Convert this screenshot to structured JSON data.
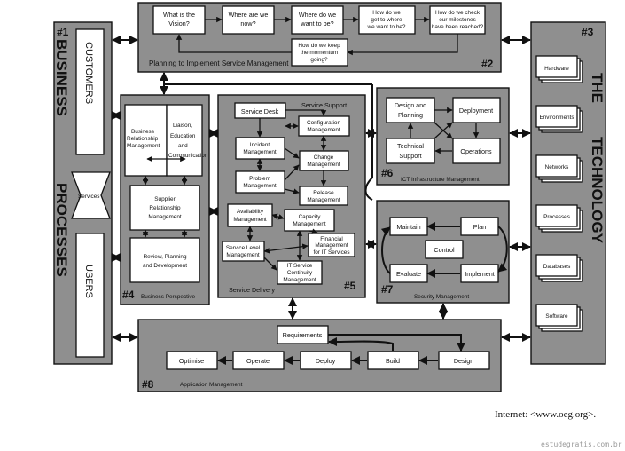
{
  "business": {
    "number": "#1",
    "title_line1": "BUSINESS",
    "title_line2": "PROCESSES",
    "customers": "CUSTOMERS",
    "services": "Services",
    "users": "USERS"
  },
  "planning": {
    "number": "#2",
    "label": "Planning to Implement Service Management",
    "q1": [
      "What is the",
      "Vision?"
    ],
    "q2": [
      "Where are we",
      "now?"
    ],
    "q3": [
      "Where do we",
      "want to be?"
    ],
    "q4": [
      "How do we",
      "get to where",
      "we want to be?"
    ],
    "q5": [
      "How do we check",
      "our milestones",
      "have been reached?"
    ],
    "q6": [
      "How do we keep",
      "the momentum",
      "going?"
    ]
  },
  "technology": {
    "number": "#3",
    "title_line1": "THE",
    "title_line2": "TECHNOLOGY",
    "items": [
      "Hardware",
      "Environments",
      "Networks",
      "Processes",
      "Databases",
      "Software"
    ]
  },
  "business_perspective": {
    "number": "#4",
    "label": "Business Perspective",
    "brm": [
      "Business",
      "Relationship",
      "Management"
    ],
    "liaison": [
      "Liaison,",
      "Education",
      "and",
      "Communication"
    ],
    "supplier": [
      "Supplier",
      "Relationship",
      "Management"
    ],
    "review": [
      "Review, Planning",
      "and Development"
    ]
  },
  "service_mgmt": {
    "number": "#5",
    "support_label": "Service Support",
    "delivery_label": "Service Delivery",
    "service_desk": "Service Desk",
    "config": [
      "Configuration",
      "Management"
    ],
    "incident": [
      "Incident",
      "Management"
    ],
    "change": [
      "Change",
      "Management"
    ],
    "problem": [
      "Problem",
      "Management"
    ],
    "release": [
      "Release",
      "Management"
    ],
    "availability": [
      "Availability",
      "Management"
    ],
    "capacity": [
      "Capacity",
      "Management"
    ],
    "financial": [
      "Financial",
      "Management",
      "for IT Services"
    ],
    "slm": [
      "Service Level",
      "Management"
    ],
    "continuity": [
      "IT Service",
      "Continuity",
      "Management"
    ]
  },
  "ict": {
    "number": "#6",
    "label": "ICT Infrastructure Management",
    "design": [
      "Design and",
      "Planning"
    ],
    "deployment": "Deployment",
    "tech_support": [
      "Technical",
      "Support"
    ],
    "operations": "Operations"
  },
  "security": {
    "number": "#7",
    "label": "Security Management",
    "maintain": "Maintain",
    "plan": "Plan",
    "control": "Control",
    "evaluate": "Evaluate",
    "implement": "Implement"
  },
  "application": {
    "number": "#8",
    "label": "Application Management",
    "requirements": "Requirements",
    "optimise": "Optimise",
    "operate": "Operate",
    "deploy": "Deploy",
    "build": "Build",
    "design": "Design"
  },
  "footer": {
    "internet": "Internet: <www.ocg.org>.",
    "watermark": "estudegratis.com.br"
  }
}
